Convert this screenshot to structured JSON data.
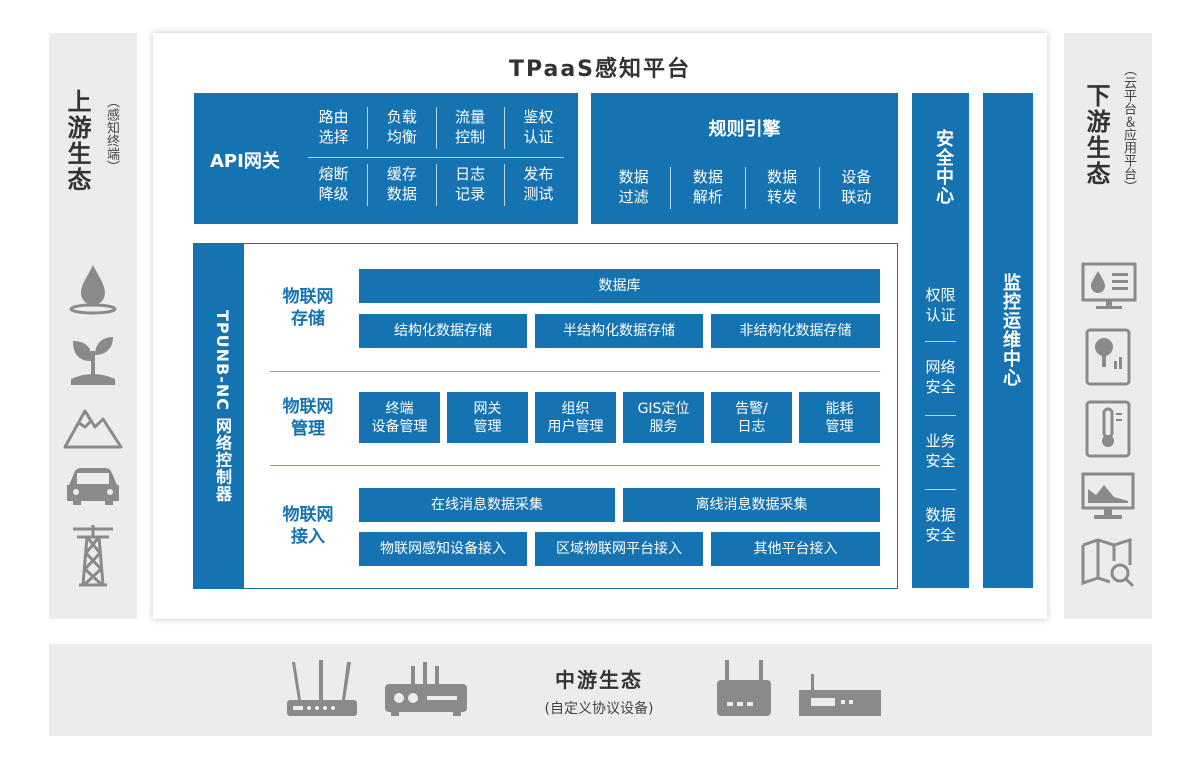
{
  "platform_title": "TPaaS感知平台",
  "left_panel": {
    "title": "上游生态",
    "subtitle": "（感知终端）",
    "icons": [
      "water-drop-icon",
      "plant-icon",
      "mountain-icon",
      "car-icon",
      "power-tower-icon"
    ]
  },
  "right_panel": {
    "title": "下游生态",
    "subtitle": "（云平台＆应用平台）",
    "icons": [
      "monitor-dashboard-icon",
      "tablet-tree-icon",
      "thermometer-icon",
      "chart-monitor-icon",
      "map-search-icon"
    ]
  },
  "bottom_panel": {
    "title": "中游生态",
    "subtitle": "(自定义协议设备)",
    "icons": [
      "router-icon",
      "gateway-icon",
      "modem-icon",
      "terminal-device-icon"
    ]
  },
  "api_gateway": {
    "title": "API网关",
    "row1": [
      "路由\n选择",
      "负载\n均衡",
      "流量\n控制",
      "鉴权\n认证"
    ],
    "row2": [
      "熔断\n降级",
      "缓存\n数据",
      "日志\n记录",
      "发布\n测试"
    ]
  },
  "rule_engine": {
    "title": "规则引擎",
    "items": [
      "数据\n过滤",
      "数据\n解析",
      "数据\n转发",
      "设备\n联动"
    ]
  },
  "security_center": {
    "title": "安全中心",
    "items": [
      "权限\n认证",
      "网络\n安全",
      "业务\n安全",
      "数据\n安全"
    ]
  },
  "ops_center": {
    "title": "监控运维中心"
  },
  "network_controller": {
    "title": "TPUNB-NC 网络控制器"
  },
  "storage": {
    "label": "物联网\n存储",
    "database": "数据库",
    "items": [
      "结构化数据存储",
      "半结构化数据存储",
      "非结构化数据存储"
    ]
  },
  "management": {
    "label": "物联网\n管理",
    "items": [
      "终端\n设备管理",
      "网关\n管理",
      "组织\n用户管理",
      "GIS定位\n服务",
      "告警/\n日志",
      "能耗\n管理"
    ]
  },
  "access": {
    "label": "物联网\n接入",
    "row1": [
      "在线消息数据采集",
      "离线消息数据采集"
    ],
    "row2": [
      "物联网感知设备接入",
      "区域物联网平台接入",
      "其他平台接入"
    ]
  },
  "colors": {
    "primary": "#1673b1",
    "panel_gray": "#ececec",
    "icon_gray": "#8a8a8a"
  }
}
